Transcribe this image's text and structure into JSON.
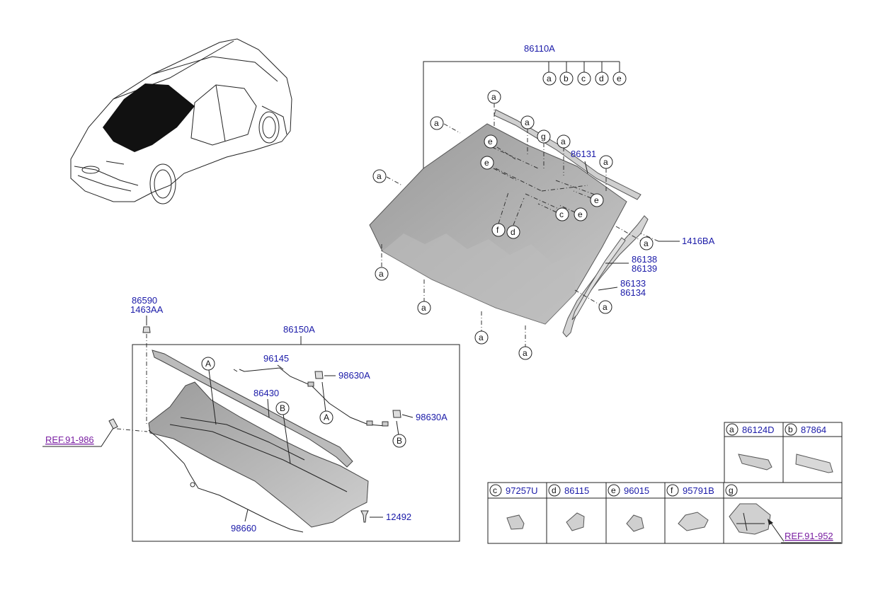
{
  "colors": {
    "part_number": "#1a1aa8",
    "reference": "#7a1fa2",
    "glass": "#a8a8a8",
    "outline": "#222222"
  },
  "windshield": {
    "assembly_number": "86110A",
    "assembly_letters": [
      "a",
      "b",
      "c",
      "d",
      "e"
    ],
    "part_numbers": {
      "moulding_top": "86131",
      "bolt": "1416BA",
      "side_moulding_1": "86138",
      "side_moulding_2": "86139",
      "side_trim_1": "86133",
      "side_trim_2": "86134"
    },
    "callouts": {
      "a": "a",
      "c": "c",
      "d": "d",
      "e": "e",
      "f": "f",
      "g": "g"
    }
  },
  "cowl": {
    "assembly_number": "86150A",
    "part_numbers": {
      "clip_1": "86590",
      "clip_2": "1463AA",
      "harness": "96145",
      "cover": "86430",
      "nozzle_1": "98630A",
      "nozzle_2": "98630A",
      "hose": "98660",
      "screw": "12492"
    },
    "callouts": {
      "A": "A",
      "B": "B"
    },
    "references": {
      "left": "REF.91-986"
    }
  },
  "legend": {
    "top_row": [
      {
        "letter": "a",
        "part": "86124D"
      },
      {
        "letter": "b",
        "part": "87864"
      }
    ],
    "bottom_row": [
      {
        "letter": "c",
        "part": "97257U"
      },
      {
        "letter": "d",
        "part": "86115"
      },
      {
        "letter": "e",
        "part": "96015"
      },
      {
        "letter": "f",
        "part": "95791B"
      },
      {
        "letter": "g",
        "part": ""
      }
    ],
    "reference": "REF.91-952"
  }
}
